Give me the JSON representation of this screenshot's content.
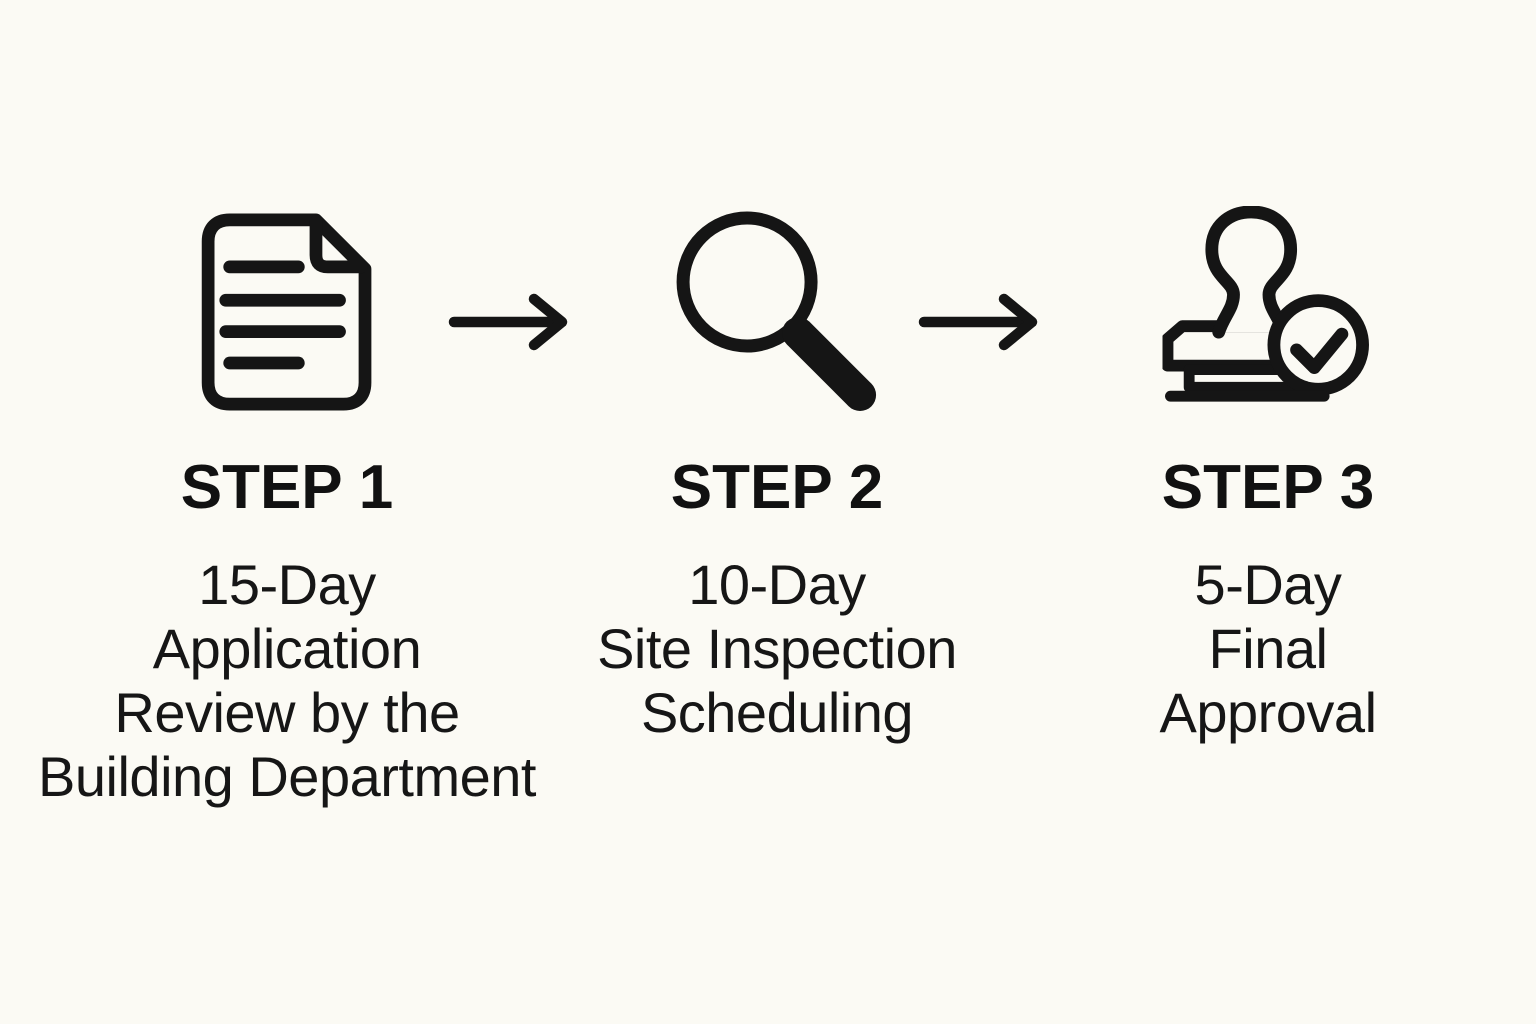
{
  "background_color": "#FBFAF4",
  "ink_color": "#151515",
  "diagram": {
    "type": "process-flow",
    "direction": "left-to-right",
    "connector": "arrow-right"
  },
  "steps": [
    {
      "label": "STEP 1",
      "icon": "document-icon",
      "duration_days": 15,
      "description": "15-Day\nApplication\nReview by the\nBuilding Department"
    },
    {
      "label": "STEP 2",
      "icon": "magnifying-glass-icon",
      "duration_days": 10,
      "description": "10-Day\nSite Inspection\nScheduling"
    },
    {
      "label": "STEP 3",
      "icon": "approval-stamp-icon",
      "duration_days": 5,
      "description": "5-Day\nFinal\nApproval"
    }
  ]
}
